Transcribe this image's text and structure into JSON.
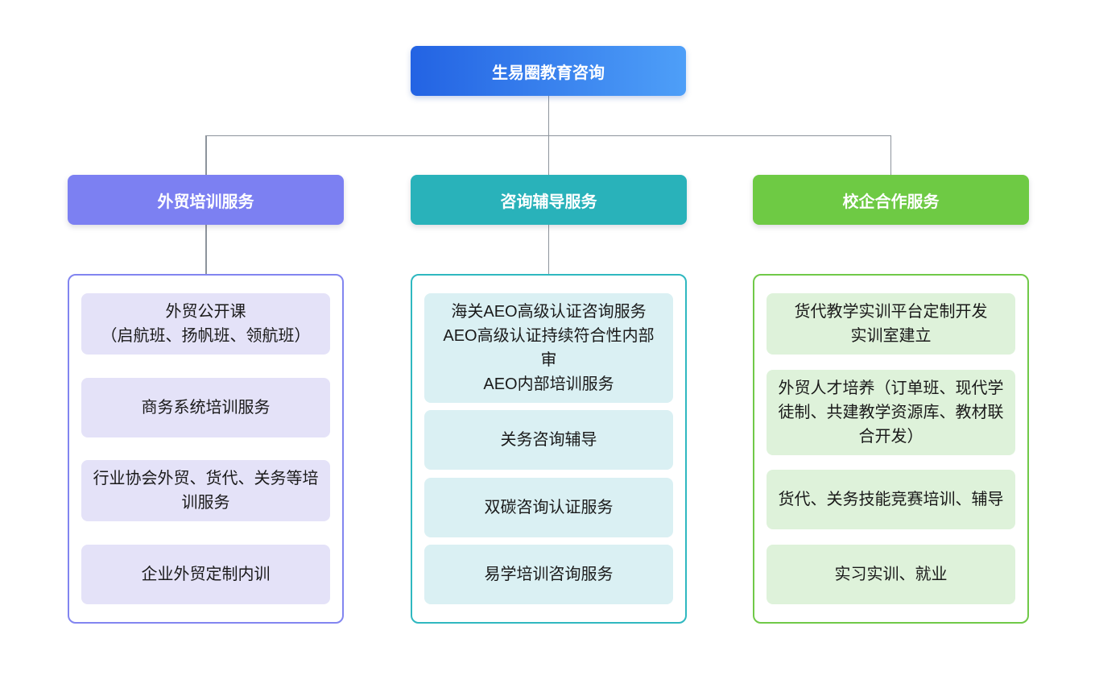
{
  "root": {
    "title": "生易圈教育咨询",
    "gradient_from": "#2363e3",
    "gradient_to": "#4e9ff8"
  },
  "connector_color": "#8d949c",
  "branches": [
    {
      "title": "外贸培训服务",
      "header_color": "#7c80f2",
      "border_color": "#8285f0",
      "item_bg": "#e4e2f8",
      "items": [
        [
          "外贸公开课",
          "（启航班、扬帆班、领航班）"
        ],
        "商务系统培训服务",
        "行业协会外贸、货代、关务等培训服务",
        "企业外贸定制内训"
      ]
    },
    {
      "title": "咨询辅导服务",
      "header_color": "#29b2ba",
      "border_color": "#2fb8c0",
      "item_bg": "#daf0f3",
      "items": [
        [
          "海关AEO高级认证咨询服务",
          "AEO高级认证持续符合性内部审",
          "AEO内部培训服务"
        ],
        "关务咨询辅导",
        "双碳咨询认证服务",
        "易学培训咨询服务"
      ]
    },
    {
      "title": "校企合作服务",
      "header_color": "#6eca44",
      "border_color": "#70c948",
      "item_bg": "#def2da",
      "items": [
        [
          "货代教学实训平台定制开发",
          "实训室建立"
        ],
        "外贸人才培养（订单班、现代学徒制、共建教学资源库、教材联合开发）",
        "货代、关务技能竞赛培训、辅导",
        "实习实训、就业"
      ]
    }
  ]
}
